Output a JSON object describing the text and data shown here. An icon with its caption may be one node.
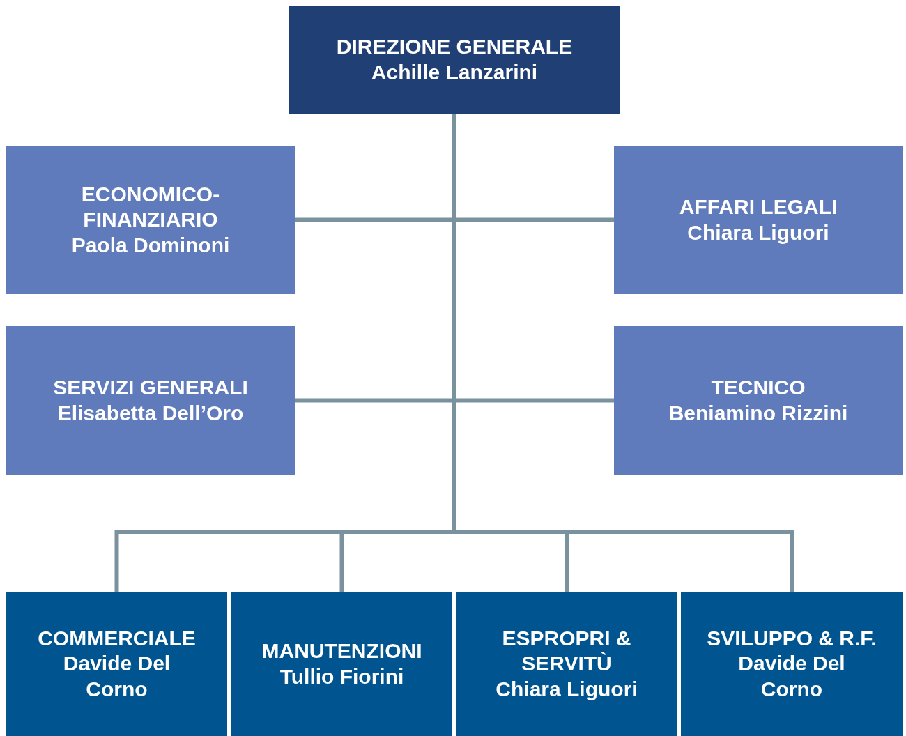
{
  "diagram": {
    "nodes": [
      {
        "text": [
          "DIREZIONE GENERALE",
          "Achille Lanzarini"
        ]
      },
      {
        "text": [
          "ECONOMICO-FINANZIARIO",
          "Paola Dominoni"
        ]
      },
      {
        "text": [
          "AFFARI LEGALI",
          "Chiara Liguori"
        ]
      },
      {
        "text": [
          "SERVIZI GENERALI",
          "Elisabetta Dell’Oro"
        ]
      },
      {
        "text": [
          "TECNICO",
          "Beniamino Rizzini"
        ]
      },
      {
        "text": [
          "COMMERCIALE",
          "Davide Del Corno"
        ]
      },
      {
        "text": [
          "MANUTENZIONI",
          "Tullio Fiorini"
        ]
      },
      {
        "text": [
          "ESPROPRI & SERVITÙ",
          "Chiara Liguori"
        ]
      },
      {
        "text": [
          "SVILUPPO & R.F.",
          "Davide Del Corno"
        ]
      }
    ],
    "edges": [
      {
        "from": 0,
        "to": 1,
        "arrow": "none"
      },
      {
        "from": 0,
        "to": 2,
        "arrow": "none"
      },
      {
        "from": 0,
        "to": 3,
        "arrow": "none"
      },
      {
        "from": 0,
        "to": 4,
        "arrow": "none"
      },
      {
        "from": 0,
        "to": 5,
        "arrow": "none"
      },
      {
        "from": 0,
        "to": 6,
        "arrow": "none"
      },
      {
        "from": 0,
        "to": 7,
        "arrow": "none"
      },
      {
        "from": 0,
        "to": 8,
        "arrow": "none"
      }
    ]
  }
}
